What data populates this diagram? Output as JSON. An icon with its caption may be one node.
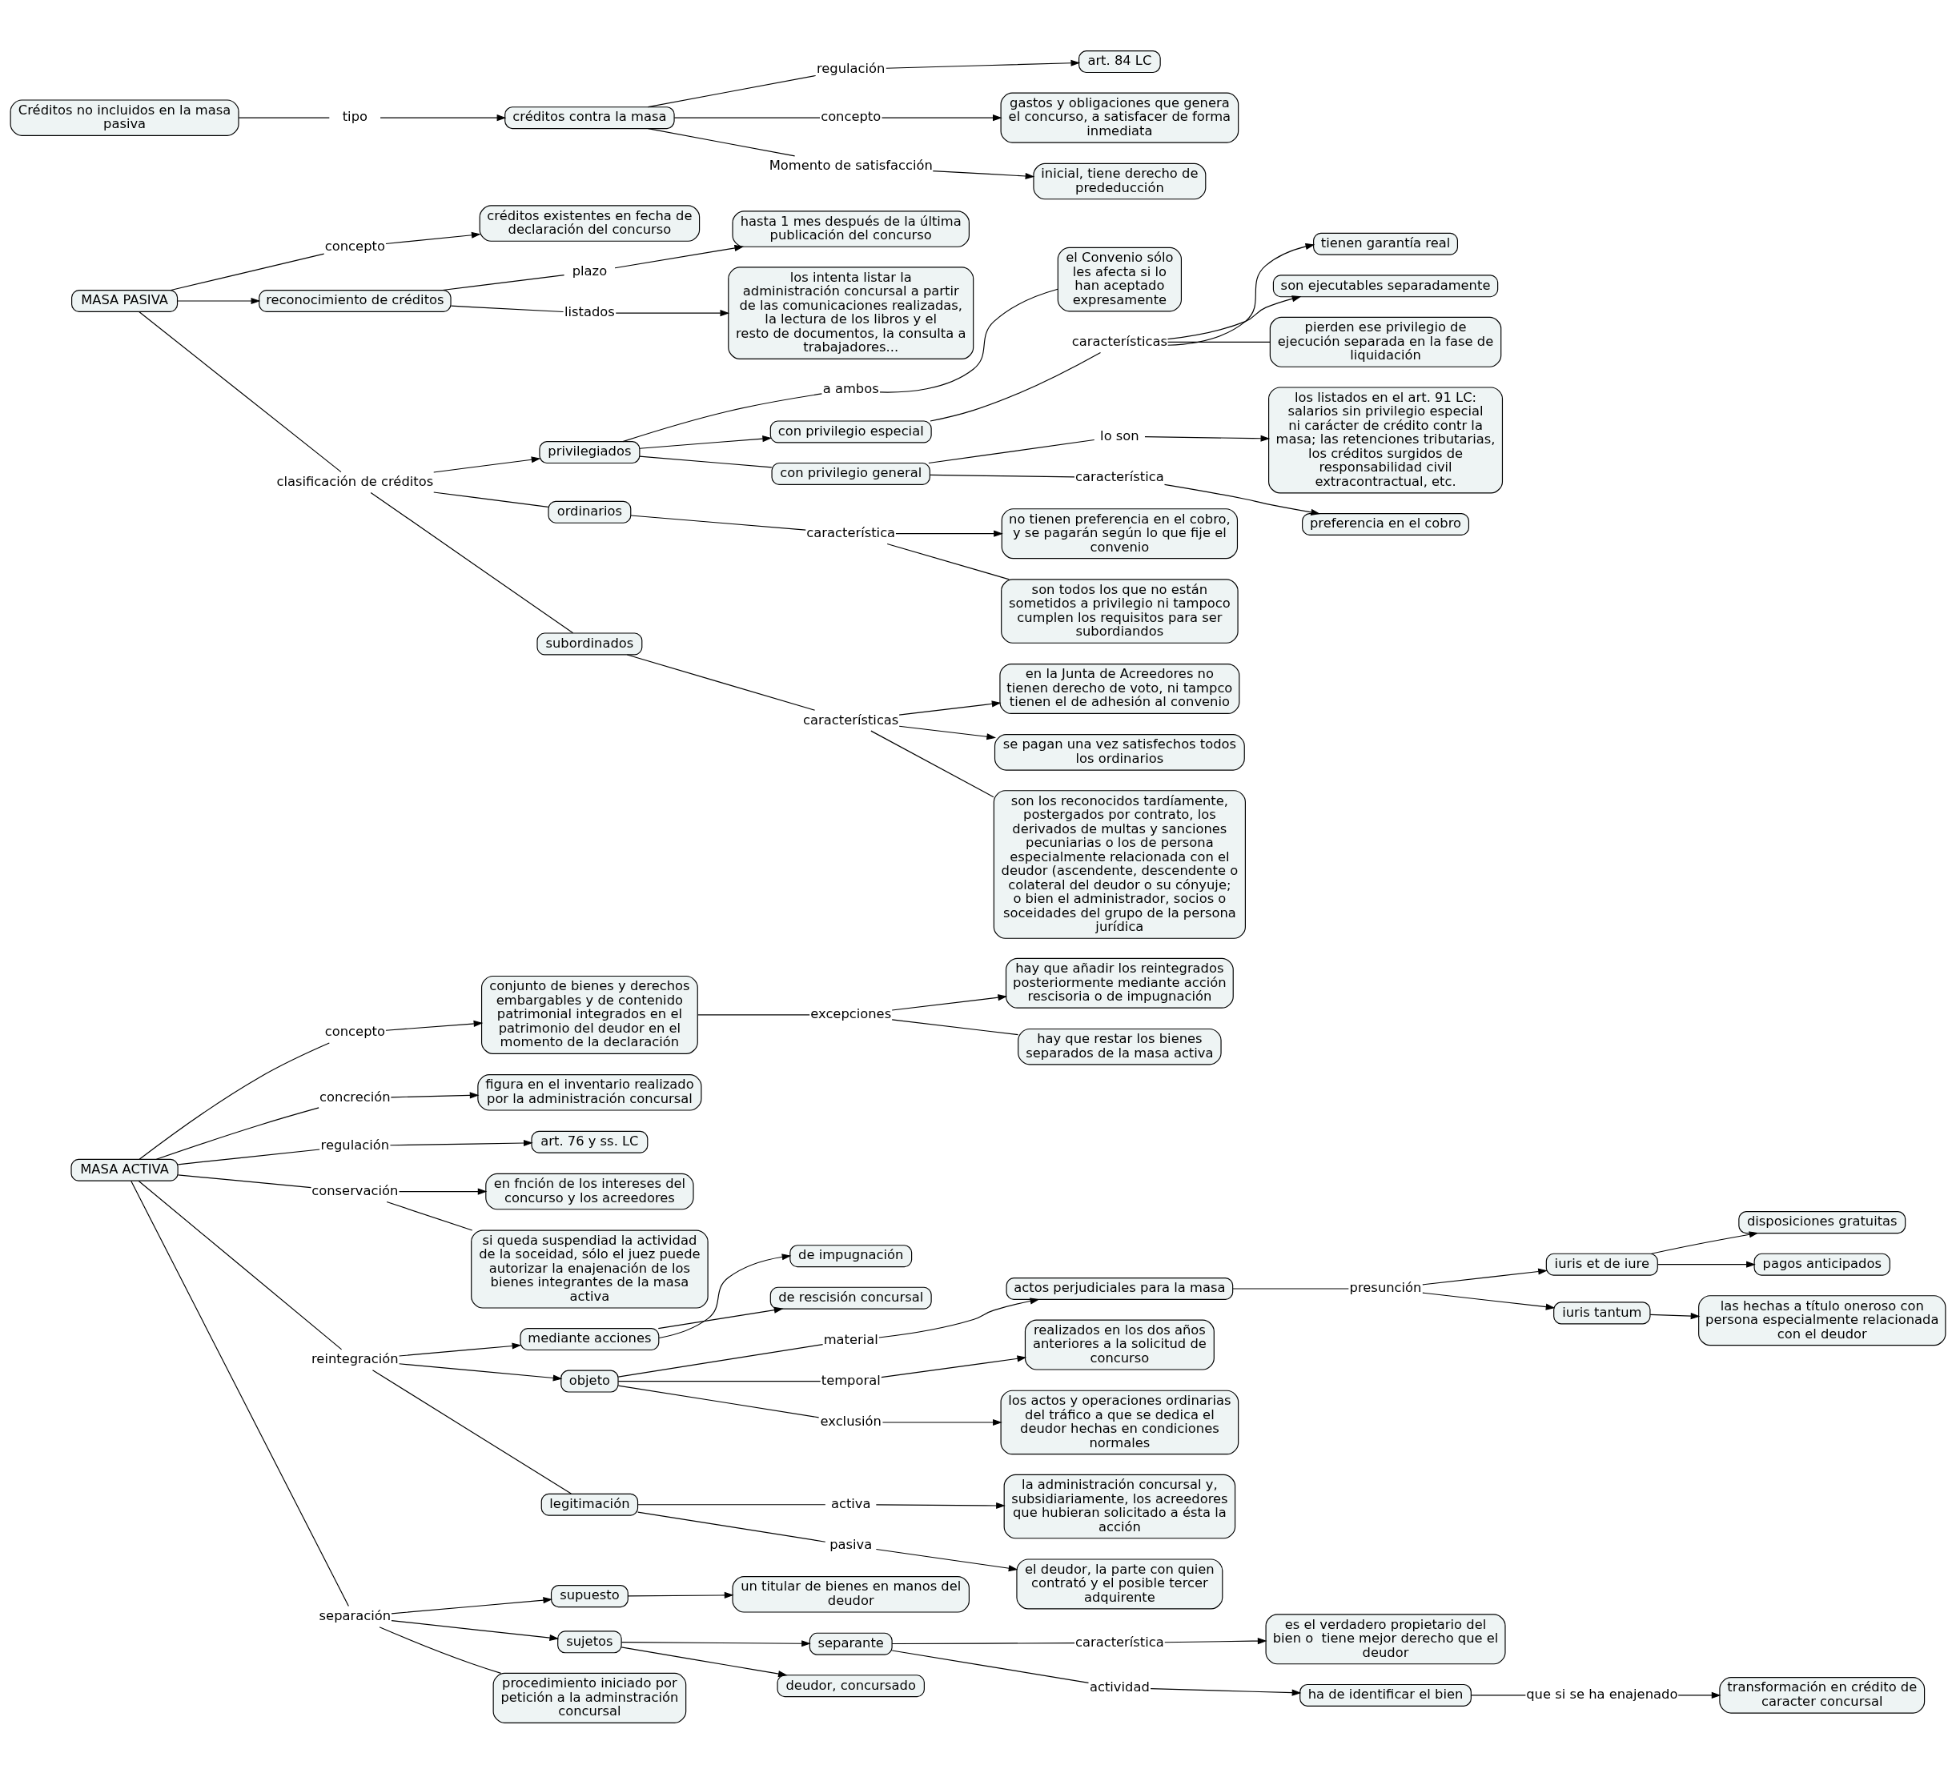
{
  "diagram": {
    "nodes": [
      {
        "text": [
          "MASA ACTIVA"
        ]
      },
      {
        "text": [
          "concepto"
        ]
      },
      {
        "text": [
          "conjunto de bienes y derechos embargables y de contenido patrimonial integrados en el patrimonio del deudor en el momento de la declaración"
        ]
      },
      {
        "text": [
          "excepciones"
        ]
      },
      {
        "text": [
          "hay que añadir los reintegrados posteriormente mediante acción rescisoria o de impugnación"
        ]
      },
      {
        "text": [
          "hay que restar los bienes separados de la masa activa"
        ]
      },
      {
        "text": [
          "concreción"
        ]
      },
      {
        "text": [
          "figura en el inventario realizado por la administración concursal"
        ]
      },
      {
        "text": [
          "regulación"
        ]
      },
      {
        "text": [
          "art. 76 y ss. LC"
        ]
      },
      {
        "text": [
          "conservación"
        ]
      },
      {
        "text": [
          "en fnción de los intereses del concurso y los acreedores"
        ]
      },
      {
        "text": [
          "si queda suspendiad la actividad de la soceidad, sólo el juez puede autorizar la enajenación de los bienes integrantes de la masa activa"
        ]
      },
      {
        "text": [
          "reintegración"
        ]
      },
      {
        "text": [
          "mediante acciones"
        ]
      },
      {
        "text": [
          "de impugnación"
        ]
      },
      {
        "text": [
          "de rescisión concursal"
        ]
      },
      {
        "text": [
          "objeto"
        ]
      },
      {
        "text": [
          "material"
        ]
      },
      {
        "text": [
          "actos perjudiciales para la masa"
        ]
      },
      {
        "text": [
          "presunción"
        ]
      },
      {
        "text": [
          "iuris et de iure"
        ]
      },
      {
        "text": [
          "disposiciones gratuitas"
        ]
      },
      {
        "text": [
          "pagos anticipados"
        ]
      },
      {
        "text": [
          "iuris tantum"
        ]
      },
      {
        "text": [
          "las hechas a título oneroso con persona especialmente relacionada con el deudor"
        ]
      },
      {
        "text": [
          "temporal"
        ]
      },
      {
        "text": [
          "realizados en los dos años anteriores a la solicitud de concurso"
        ]
      },
      {
        "text": [
          "exclusión"
        ]
      },
      {
        "text": [
          "los actos y operaciones ordinarias del tráfico a que se dedica el deudor hechas en condiciones normales"
        ]
      },
      {
        "text": [
          "legitimación"
        ]
      },
      {
        "text": [
          "activa"
        ]
      },
      {
        "text": [
          "la administración concursal y, subsidiariamente, los acreedores que hubieran solicitado a ésta la acción"
        ]
      },
      {
        "text": [
          "pasiva"
        ]
      },
      {
        "text": [
          "el deudor, la parte con quien contrató y el posible tercer adquirente"
        ]
      },
      {
        "text": [
          "separación"
        ]
      },
      {
        "text": [
          "supuesto"
        ]
      },
      {
        "text": [
          "un titular de bienes en manos del deudor"
        ]
      },
      {
        "text": [
          "sujetos"
        ]
      },
      {
        "text": [
          "separante"
        ]
      },
      {
        "text": [
          "característica"
        ]
      },
      {
        "text": [
          "es el verdadero propietario del bien o  tiene mejor derecho que el deudor"
        ]
      },
      {
        "text": [
          "actividad"
        ]
      },
      {
        "text": [
          "ha de identificar el bien"
        ]
      },
      {
        "text": [
          "que si se ha enajenado"
        ]
      },
      {
        "text": [
          "transformación en crédito de caracter concursal"
        ]
      },
      {
        "text": [
          "deudor, concursado"
        ]
      },
      {
        "text": [
          "procedimiento iniciado por petición a la adminstración concursal"
        ]
      },
      {
        "text": [
          "MASA PASIVA"
        ]
      },
      {
        "text": [
          "concepto"
        ]
      },
      {
        "text": [
          "créditos existentes en fecha de declaración del concurso"
        ]
      },
      {
        "text": [
          "reconocimiento de créditos"
        ]
      },
      {
        "text": [
          "plazo"
        ]
      },
      {
        "text": [
          "hasta 1 mes después de la última publicación del concurso"
        ]
      },
      {
        "text": [
          "listados"
        ]
      },
      {
        "text": [
          "los intenta listar la administración concursal a partir de las comunicaciones realizadas, la lectura de los libros y el resto de documentos, la consulta a trabajadores..."
        ]
      },
      {
        "text": [
          "clasificación de créditos"
        ]
      },
      {
        "text": [
          "privilegiados"
        ]
      },
      {
        "text": [
          "a ambos"
        ]
      },
      {
        "text": [
          "el Convenio sólo les afecta si lo han aceptado expresamente"
        ]
      },
      {
        "text": [
          "con privilegio especial"
        ]
      },
      {
        "text": [
          "características"
        ]
      },
      {
        "text": [
          "tienen garantía real"
        ]
      },
      {
        "text": [
          "son ejecutables separadamente"
        ]
      },
      {
        "text": [
          "pierden ese privilegio de ejecución separada en la fase de liquidación"
        ]
      },
      {
        "text": [
          "con privilegio general"
        ]
      },
      {
        "text": [
          "lo son"
        ]
      },
      {
        "text": [
          "los listados en el art. 91 LC: salarios sin privilegio especial ni carácter de crédito contr la masa; las retenciones tributarias, los créditos surgidos de responsabilidad civil extracontractual, etc."
        ]
      },
      {
        "text": [
          "característica"
        ]
      },
      {
        "text": [
          "preferencia en el cobro"
        ]
      },
      {
        "text": [
          "ordinarios"
        ]
      },
      {
        "text": [
          "característica"
        ]
      },
      {
        "text": [
          "no tienen preferencia en el cobro, y se pagarán según lo que fije el convenio"
        ]
      },
      {
        "text": [
          "son todos los que no están sometidos a privilegio ni tampoco cumplen los requisitos para ser subordiandos"
        ]
      },
      {
        "text": [
          "subordinados"
        ]
      },
      {
        "text": [
          "características"
        ]
      },
      {
        "text": [
          "en la Junta de Acreedores no tienen derecho de voto, ni tampco tienen el de adhesión al convenio"
        ]
      },
      {
        "text": [
          "se pagan una vez satisfechos todos los ordinarios"
        ]
      },
      {
        "text": [
          "son los reconocidos tardíamente, postergados por contrato, los derivados de multas y sanciones pecuniarias o los de persona especialmente relacionada con el deudor (ascendente, descendente o colateral del deudor o su cónyuje; o bien el administrador, socios o soceidades del grupo de la persona jurídica"
        ]
      },
      {
        "text": [
          "Créditos no incluidos en la masa pasiva"
        ]
      },
      {
        "text": [
          "tipo"
        ]
      },
      {
        "text": [
          "créditos contra la masa"
        ]
      },
      {
        "text": [
          "regulación"
        ]
      },
      {
        "text": [
          "art. 84 LC"
        ]
      },
      {
        "text": [
          "concepto"
        ]
      },
      {
        "text": [
          "gastos y obligaciones que genera el concurso, a satisfacer de forma inmediata"
        ]
      },
      {
        "text": [
          "Momento de satisfacción"
        ]
      },
      {
        "text": [
          "inicial, tiene derecho de prededucción"
        ]
      }
    ],
    "edges": [
      {
        "from": 0,
        "to": 1,
        "arrow": "none"
      },
      {
        "from": 1,
        "to": 2,
        "arrow": "to"
      },
      {
        "from": 2,
        "to": 3,
        "arrow": "none"
      },
      {
        "from": 3,
        "to": 4,
        "arrow": "to"
      },
      {
        "from": 3,
        "to": 5,
        "arrow": "none"
      },
      {
        "from": 0,
        "to": 6,
        "arrow": "none"
      },
      {
        "from": 6,
        "to": 7,
        "arrow": "to"
      },
      {
        "from": 0,
        "to": 8,
        "arrow": "none"
      },
      {
        "from": 8,
        "to": 9,
        "arrow": "to"
      },
      {
        "from": 0,
        "to": 10,
        "arrow": "none"
      },
      {
        "from": 10,
        "to": 11,
        "arrow": "to"
      },
      {
        "from": 10,
        "to": 12,
        "arrow": "none"
      },
      {
        "from": 0,
        "to": 13,
        "arrow": "none"
      },
      {
        "from": 13,
        "to": 14,
        "arrow": "to"
      },
      {
        "from": 14,
        "to": 15,
        "arrow": "to"
      },
      {
        "from": 14,
        "to": 16,
        "arrow": "to"
      },
      {
        "from": 13,
        "to": 17,
        "arrow": "to"
      },
      {
        "from": 17,
        "to": 18,
        "arrow": "none"
      },
      {
        "from": 18,
        "to": 19,
        "arrow": "to"
      },
      {
        "from": 19,
        "to": 20,
        "arrow": "none"
      },
      {
        "from": 20,
        "to": 21,
        "arrow": "to"
      },
      {
        "from": 21,
        "to": 22,
        "arrow": "to"
      },
      {
        "from": 21,
        "to": 23,
        "arrow": "to"
      },
      {
        "from": 20,
        "to": 24,
        "arrow": "to"
      },
      {
        "from": 24,
        "to": 25,
        "arrow": "to"
      },
      {
        "from": 17,
        "to": 26,
        "arrow": "none"
      },
      {
        "from": 26,
        "to": 27,
        "arrow": "to"
      },
      {
        "from": 17,
        "to": 28,
        "arrow": "none"
      },
      {
        "from": 28,
        "to": 29,
        "arrow": "to"
      },
      {
        "from": 13,
        "to": 30,
        "arrow": "none"
      },
      {
        "from": 30,
        "to": 31,
        "arrow": "none"
      },
      {
        "from": 31,
        "to": 32,
        "arrow": "to"
      },
      {
        "from": 30,
        "to": 33,
        "arrow": "none"
      },
      {
        "from": 33,
        "to": 34,
        "arrow": "to"
      },
      {
        "from": 0,
        "to": 35,
        "arrow": "none"
      },
      {
        "from": 35,
        "to": 36,
        "arrow": "to"
      },
      {
        "from": 36,
        "to": 37,
        "arrow": "to"
      },
      {
        "from": 35,
        "to": 38,
        "arrow": "to"
      },
      {
        "from": 38,
        "to": 39,
        "arrow": "to"
      },
      {
        "from": 39,
        "to": 40,
        "arrow": "none"
      },
      {
        "from": 40,
        "to": 41,
        "arrow": "to"
      },
      {
        "from": 39,
        "to": 42,
        "arrow": "none"
      },
      {
        "from": 42,
        "to": 43,
        "arrow": "to"
      },
      {
        "from": 43,
        "to": 44,
        "arrow": "none"
      },
      {
        "from": 44,
        "to": 45,
        "arrow": "to"
      },
      {
        "from": 38,
        "to": 46,
        "arrow": "to"
      },
      {
        "from": 35,
        "to": 47,
        "arrow": "none"
      },
      {
        "from": 48,
        "to": 49,
        "arrow": "none"
      },
      {
        "from": 49,
        "to": 50,
        "arrow": "to"
      },
      {
        "from": 48,
        "to": 51,
        "arrow": "to"
      },
      {
        "from": 51,
        "to": 52,
        "arrow": "none"
      },
      {
        "from": 52,
        "to": 53,
        "arrow": "to"
      },
      {
        "from": 51,
        "to": 54,
        "arrow": "none"
      },
      {
        "from": 54,
        "to": 55,
        "arrow": "to"
      },
      {
        "from": 48,
        "to": 56,
        "arrow": "none"
      },
      {
        "from": 56,
        "to": 57,
        "arrow": "to"
      },
      {
        "from": 57,
        "to": 58,
        "arrow": "none"
      },
      {
        "from": 58,
        "to": 59,
        "arrow": "none"
      },
      {
        "from": 57,
        "to": 60,
        "arrow": "to"
      },
      {
        "from": 60,
        "to": 61,
        "arrow": "none"
      },
      {
        "from": 61,
        "to": 62,
        "arrow": "to"
      },
      {
        "from": 61,
        "to": 63,
        "arrow": "to"
      },
      {
        "from": 61,
        "to": 64,
        "arrow": "none"
      },
      {
        "from": 57,
        "to": 65,
        "arrow": "none"
      },
      {
        "from": 65,
        "to": 66,
        "arrow": "none"
      },
      {
        "from": 66,
        "to": 67,
        "arrow": "to"
      },
      {
        "from": 65,
        "to": 68,
        "arrow": "none"
      },
      {
        "from": 68,
        "to": 69,
        "arrow": "to"
      },
      {
        "from": 56,
        "to": 70,
        "arrow": "none"
      },
      {
        "from": 70,
        "to": 71,
        "arrow": "none"
      },
      {
        "from": 71,
        "to": 72,
        "arrow": "to"
      },
      {
        "from": 71,
        "to": 73,
        "arrow": "none"
      },
      {
        "from": 56,
        "to": 74,
        "arrow": "none"
      },
      {
        "from": 74,
        "to": 75,
        "arrow": "none"
      },
      {
        "from": 75,
        "to": 76,
        "arrow": "to"
      },
      {
        "from": 75,
        "to": 77,
        "arrow": "to"
      },
      {
        "from": 75,
        "to": 78,
        "arrow": "none"
      },
      {
        "from": 79,
        "to": 80,
        "arrow": "none"
      },
      {
        "from": 80,
        "to": 81,
        "arrow": "to"
      },
      {
        "from": 81,
        "to": 82,
        "arrow": "none"
      },
      {
        "from": 82,
        "to": 83,
        "arrow": "to"
      },
      {
        "from": 81,
        "to": 84,
        "arrow": "none"
      },
      {
        "from": 84,
        "to": 85,
        "arrow": "to"
      },
      {
        "from": 81,
        "to": 86,
        "arrow": "none"
      },
      {
        "from": 86,
        "to": 87,
        "arrow": "to"
      }
    ]
  }
}
